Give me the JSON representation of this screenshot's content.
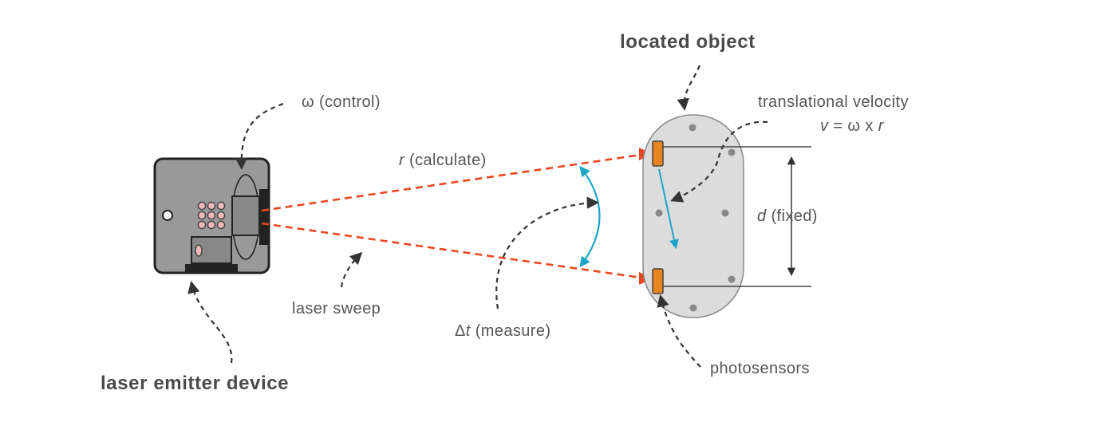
{
  "labels": {
    "laser_emitter_device": "laser emitter device",
    "located_object": "located object",
    "omega_control": "ω (control)",
    "r_var": "r",
    "r_rest": " (calculate)",
    "laser_sweep": "laser sweep",
    "delta": "Δ",
    "t_var": "t",
    "measure_rest": " (measure)",
    "translational_velocity": "translational velocity",
    "v_var": "v",
    "formula_mid": " = ω x ",
    "formula_r": "r",
    "d_var": "d",
    "fixed_rest": " (fixed)",
    "photosensors": "photosensors"
  },
  "colors": {
    "laser": "#e8471f",
    "sweep_arc": "#1ea5c6",
    "sensor": "#e8841e",
    "device_body": "#999999",
    "object_body": "#dcdcdc",
    "arrow": "#333333",
    "text": "#555555",
    "emitter_dots": "#f0b8b8"
  },
  "icons": {
    "arrow": "arrowhead-icon",
    "sensor": "photosensor-icon"
  }
}
